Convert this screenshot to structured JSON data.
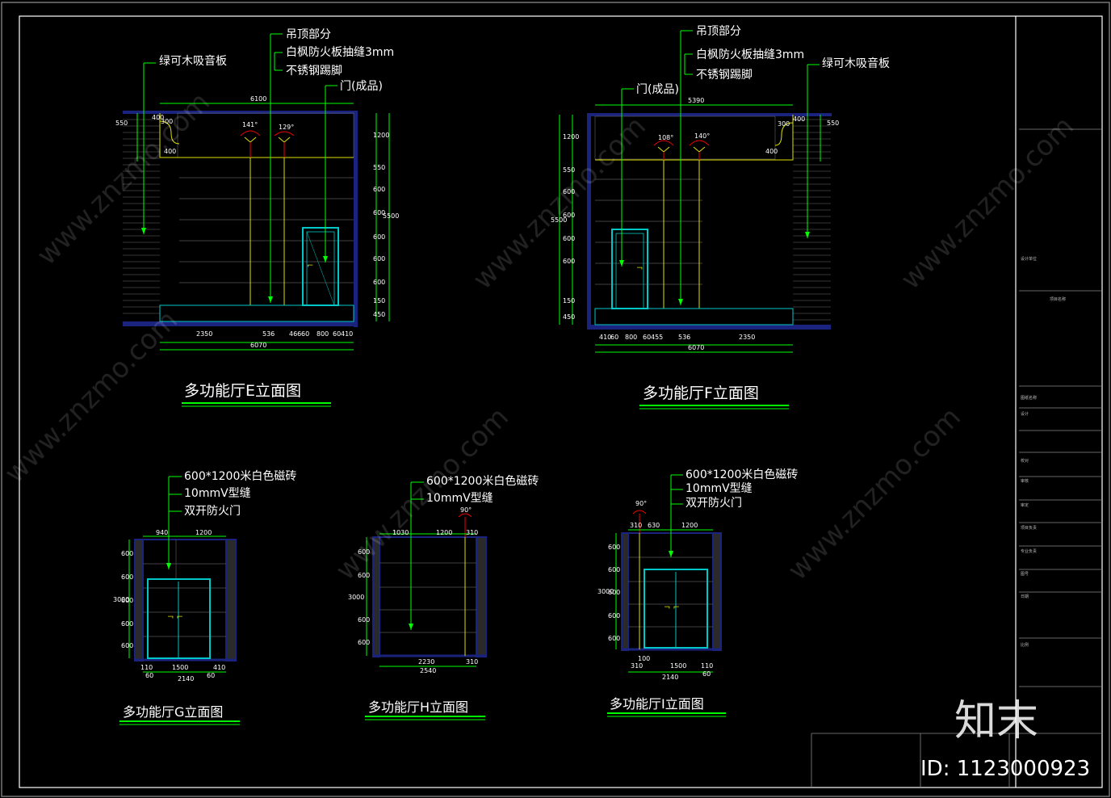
{
  "watermark": {
    "brand_text": "知末",
    "id_text": "ID: 1123000923",
    "site": "www.znzmo.com"
  },
  "colors": {
    "background": "#000000",
    "dim_line": "#00ff00",
    "frame": "#ffffff",
    "wall": "#1a237e",
    "accent": "#e0e000",
    "door": "#00c8c8"
  },
  "elevation_e": {
    "title": "多功能厅E立面图",
    "labels": {
      "ceiling": "吊顶部分",
      "panel": "白枫防火板抽缝3mm",
      "skirting": "不锈钢踢脚",
      "door": "门(成品)",
      "acoustic": "绿可木吸音板"
    },
    "dims": {
      "top": "6100",
      "bottom_total": "6070",
      "bottom": [
        "2350",
        "536",
        "466",
        "60",
        "800",
        "60",
        "410"
      ],
      "right": [
        "1200",
        "550",
        "600",
        "600",
        "600",
        "600",
        "600",
        "150",
        "450"
      ],
      "right_total": "5500",
      "angles": [
        "141°",
        "129°"
      ],
      "left": [
        "300",
        "400",
        "400",
        "550"
      ]
    }
  },
  "elevation_f": {
    "title": "多功能厅F立面图",
    "labels": {
      "ceiling": "吊顶部分",
      "panel": "白枫防火板抽缝3mm",
      "skirting": "不锈钢踢脚",
      "door": "门(成品)",
      "acoustic": "绿可木吸音板"
    },
    "dims": {
      "top": "5390",
      "bottom_total": "6070",
      "bottom": [
        "410",
        "60",
        "800",
        "60",
        "455",
        "536",
        "2350"
      ],
      "left": [
        "1200",
        "550",
        "600",
        "600",
        "600",
        "600",
        "150",
        "450"
      ],
      "left_total": "5500",
      "angles": [
        "108°",
        "140°"
      ],
      "right": [
        "300",
        "400",
        "400",
        "550"
      ]
    }
  },
  "elevation_g": {
    "title": "多功能厅G立面图",
    "labels": {
      "tile": "600*1200米白色磁砖",
      "joint": "10mmV型缝",
      "door": "双开防火门"
    },
    "dims": {
      "top": [
        "940",
        "1200"
      ],
      "bottom": [
        "110",
        "1500",
        "410"
      ],
      "bottom2": [
        "60",
        "60"
      ],
      "bottom_total": "2140",
      "left": [
        "600",
        "600",
        "600",
        "600",
        "600"
      ],
      "left_total": "3000"
    }
  },
  "elevation_h": {
    "title": "多功能厅H立面图",
    "labels": {
      "tile": "600*1200米白色磁砖",
      "joint": "10mmV型缝"
    },
    "dims": {
      "top": [
        "1030",
        "1200",
        "310"
      ],
      "angle": "90°",
      "bottom": [
        "2230",
        "310"
      ],
      "bottom_total": "2540",
      "left": [
        "600",
        "600",
        "600",
        "600"
      ],
      "left_total": "3000"
    }
  },
  "elevation_i": {
    "title": "多功能厅I立面图",
    "labels": {
      "tile": "600*1200米白色磁砖",
      "joint": "10mmV型缝",
      "door": "双开防火门"
    },
    "dims": {
      "top": [
        "310",
        "630",
        "1200"
      ],
      "angle": "90°",
      "bottom": [
        "310",
        "1500",
        "110"
      ],
      "bottom2": [
        "100",
        "60"
      ],
      "bottom_total": "2140",
      "left": [
        "600",
        "600",
        "600",
        "600",
        "600"
      ],
      "left_total": "3000"
    }
  },
  "title_block": {
    "rows": [
      "设计单位",
      "项目名称",
      "图纸名称",
      "设计",
      "校对",
      "审核",
      "审定",
      "项目负责",
      "专业负责",
      "图号",
      "日期",
      "比例"
    ]
  }
}
